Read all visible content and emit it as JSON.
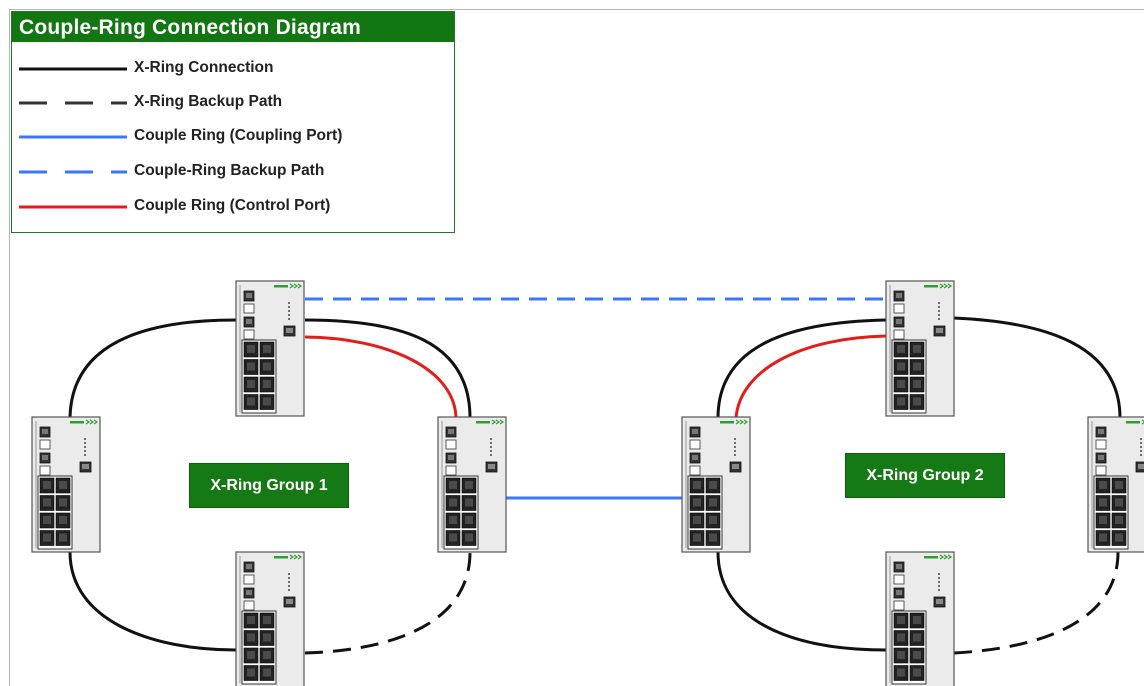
{
  "title": "Couple-Ring Connection Diagram",
  "legend": [
    {
      "label": "X-Ring Connection",
      "color": "#111111",
      "style": "solid"
    },
    {
      "label": "X-Ring Backup Path",
      "color": "#333333",
      "style": "dashed"
    },
    {
      "label": "Couple Ring (Coupling Port)",
      "color": "#3a76ff",
      "style": "solid"
    },
    {
      "label": "Couple-Ring Backup Path",
      "color": "#3a76ff",
      "style": "dashed"
    },
    {
      "label": "Couple Ring (Control Port)",
      "color": "#e41c1c",
      "style": "solid"
    }
  ],
  "groups": [
    {
      "label": "X-Ring Group 1"
    },
    {
      "label": "X-Ring Group 2"
    }
  ],
  "colors": {
    "brand_green": "#127612",
    "switch_body": "#ebebeb",
    "accent_green": "#2ea02e"
  },
  "icons": {
    "device": "industrial-ethernet-switch"
  }
}
